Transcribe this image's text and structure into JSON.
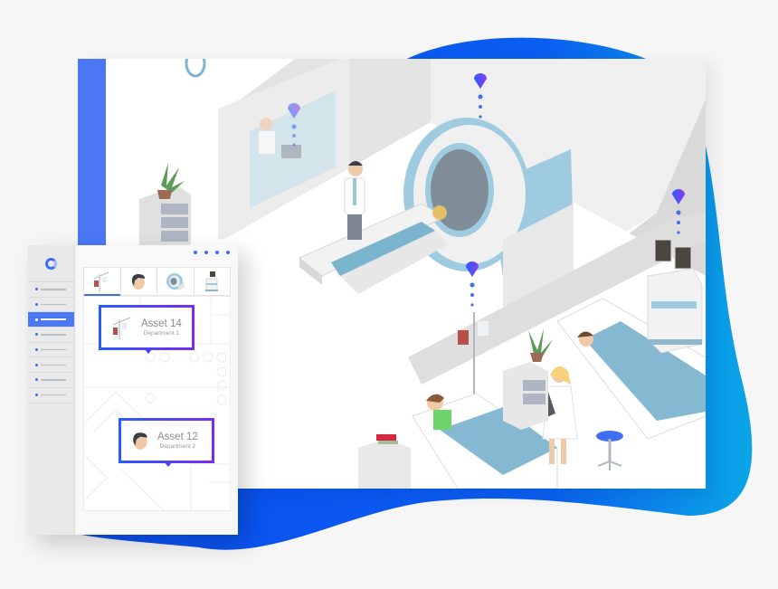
{
  "colors": {
    "accent": "#3f6ff0",
    "active_sidebar": "#4d78f5",
    "blob_start": "#0a4df0",
    "blob_end": "#0aa6e6",
    "pin_start": "#2a5bff",
    "pin_end": "#8a3cf0",
    "callout_border_start": "#2a5bff",
    "callout_border_end": "#7b2cf0"
  },
  "app": {
    "logo_icon": "ring-logo-icon",
    "header_dots": 4,
    "sidebar": {
      "items": [
        {
          "icon": "dot-icon",
          "active": false
        },
        {
          "icon": "dot-icon",
          "active": false
        },
        {
          "icon": "dot-icon",
          "active": true
        },
        {
          "icon": "dot-icon",
          "active": false
        },
        {
          "icon": "dot-icon",
          "active": false
        },
        {
          "icon": "dot-icon",
          "active": false
        },
        {
          "icon": "dot-icon",
          "active": false
        },
        {
          "icon": "dot-icon",
          "active": false
        }
      ]
    },
    "tabs": [
      {
        "icon": "iv-stand-icon",
        "active": true
      },
      {
        "icon": "person-icon",
        "active": false
      },
      {
        "icon": "mri-scanner-icon",
        "active": false
      },
      {
        "icon": "ultrasound-cart-icon",
        "active": false
      }
    ],
    "callouts": [
      {
        "title": "Asset 14",
        "subtitle": "Department 1",
        "icon": "iv-stand-icon"
      },
      {
        "title": "Asset 12",
        "subtitle": "Department 2",
        "icon": "person-icon"
      }
    ]
  },
  "scene": {
    "rooms": [
      "control-room",
      "mri-room",
      "patient-ward"
    ],
    "location_pins": [
      {
        "label": "control-room-pin"
      },
      {
        "label": "mri-scanner-pin"
      },
      {
        "label": "iv-stand-pin"
      },
      {
        "label": "monitor-cart-pin"
      }
    ]
  }
}
